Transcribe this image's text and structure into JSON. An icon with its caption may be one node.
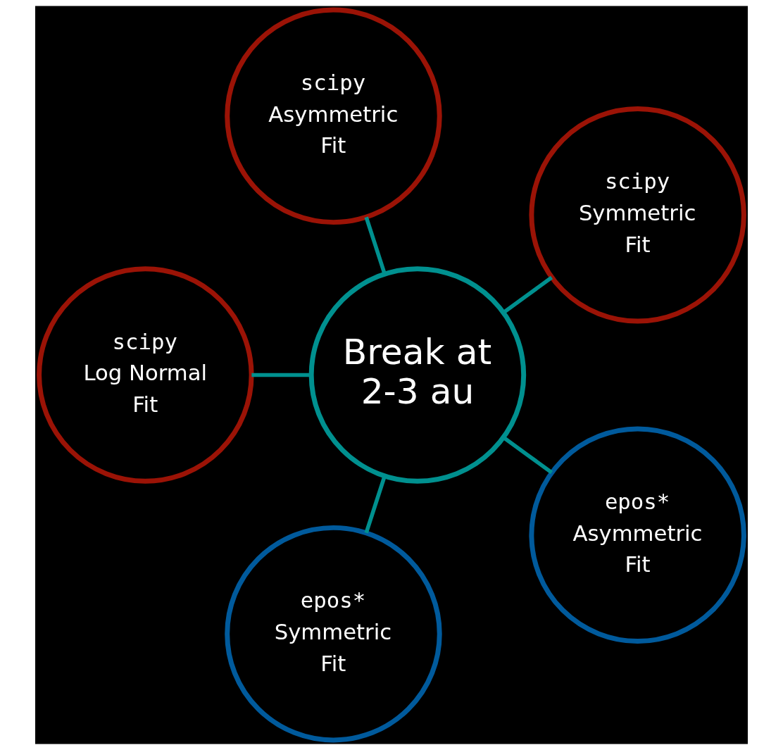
{
  "diagram": {
    "nodes": [
      {
        "text": [
          "scipy",
          "Symmetric",
          "Fit"
        ]
      },
      {
        "text": [
          "scipy",
          "Asymmetric",
          "Fit"
        ]
      },
      {
        "text": [
          "Break at 2-3 au"
        ]
      },
      {
        "text": [
          "scipy",
          "Log Normal",
          "Fit"
        ]
      },
      {
        "text": [
          "epos*",
          "Symmetric",
          "Fit"
        ]
      },
      {
        "text": [
          "epos*",
          "Asymmetric",
          "Fit"
        ]
      }
    ],
    "edges": [
      {
        "from": 2,
        "to": 0,
        "arrow": "none"
      },
      {
        "from": 2,
        "to": 3,
        "arrow": "none"
      },
      {
        "from": 2,
        "to": 5,
        "arrow": "none"
      },
      {
        "from": 2,
        "to": 4,
        "arrow": "none"
      },
      {
        "from": 2,
        "to": 1,
        "arrow": "none"
      }
    ]
  }
}
